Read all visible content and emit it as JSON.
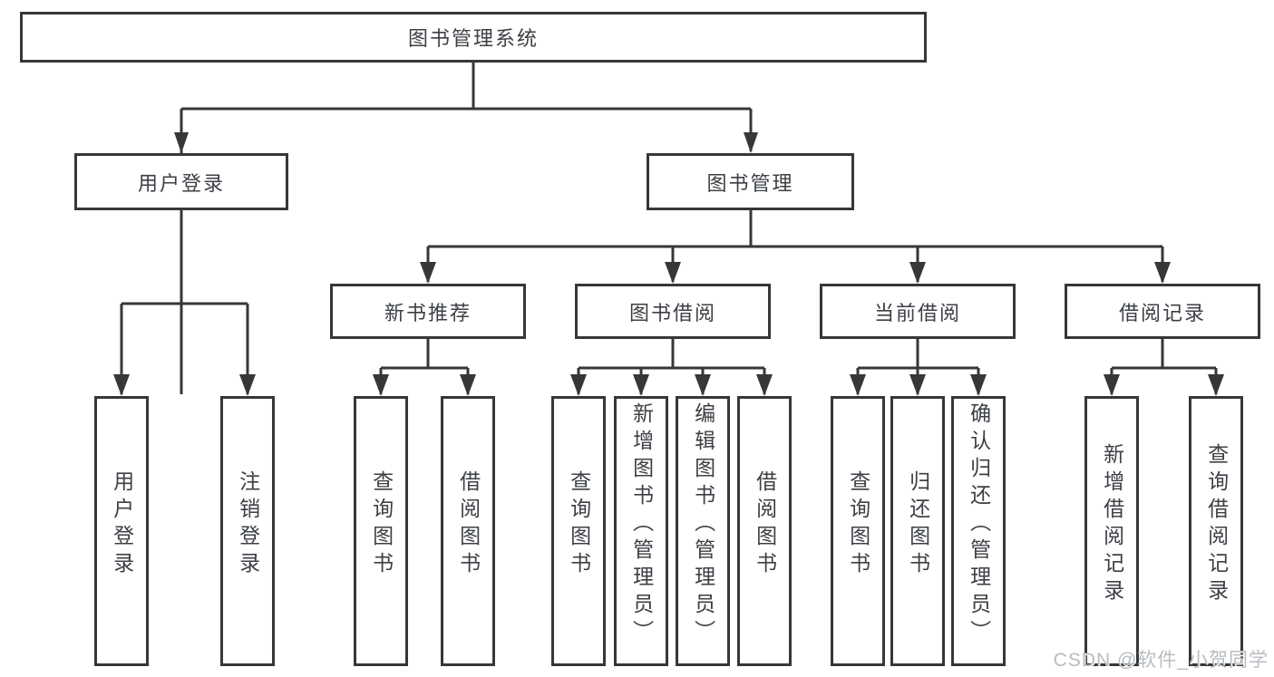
{
  "tree": {
    "label": "图书管理系统",
    "children": [
      {
        "label": "用户登录",
        "children": [
          {
            "label": "用户登录"
          },
          {
            "label": "注销登录"
          }
        ]
      },
      {
        "label": "图书管理",
        "children": [
          {
            "label": "新书推荐",
            "children": [
              {
                "label": "查询图书"
              },
              {
                "label": "借阅图书"
              }
            ]
          },
          {
            "label": "图书借阅",
            "children": [
              {
                "label": "查询图书"
              },
              {
                "label": "新增图书（管理员）"
              },
              {
                "label": "编辑图书（管理员）"
              },
              {
                "label": "借阅图书"
              }
            ]
          },
          {
            "label": "当前借阅",
            "children": [
              {
                "label": "查询图书"
              },
              {
                "label": "归还图书"
              },
              {
                "label": "确认归还（管理员）"
              }
            ]
          },
          {
            "label": "借阅记录",
            "children": [
              {
                "label": "新增借阅记录"
              },
              {
                "label": "查询借阅记录"
              }
            ]
          }
        ]
      }
    ]
  },
  "watermark": "CSDN @软件_小贺同学",
  "colors": {
    "line": "#373737",
    "text": "#3c4045",
    "watermark": "#b7bcc2",
    "background": "#ffffff"
  }
}
